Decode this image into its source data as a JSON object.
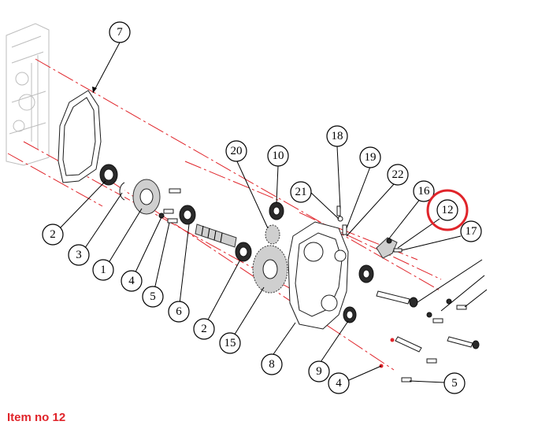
{
  "caption": "Item no 12",
  "highlight_color": "#e0242a",
  "callouts": [
    {
      "id": "c7a",
      "label": "7"
    },
    {
      "id": "c20",
      "label": "20"
    },
    {
      "id": "c10",
      "label": "10"
    },
    {
      "id": "c18",
      "label": "18"
    },
    {
      "id": "c19",
      "label": "19"
    },
    {
      "id": "c21",
      "label": "21"
    },
    {
      "id": "c22",
      "label": "22"
    },
    {
      "id": "c16",
      "label": "16"
    },
    {
      "id": "c12",
      "label": "12",
      "highlighted": true
    },
    {
      "id": "c17",
      "label": "17"
    },
    {
      "id": "c2a",
      "label": "2"
    },
    {
      "id": "c3",
      "label": "3"
    },
    {
      "id": "c1",
      "label": "1"
    },
    {
      "id": "c4a",
      "label": "4"
    },
    {
      "id": "c5a",
      "label": "5"
    },
    {
      "id": "c6",
      "label": "6"
    },
    {
      "id": "c2b",
      "label": "2"
    },
    {
      "id": "c15",
      "label": "15"
    },
    {
      "id": "c8",
      "label": "8"
    },
    {
      "id": "c9",
      "label": "9"
    },
    {
      "id": "c4b",
      "label": "4"
    },
    {
      "id": "c5b",
      "label": "5"
    }
  ]
}
